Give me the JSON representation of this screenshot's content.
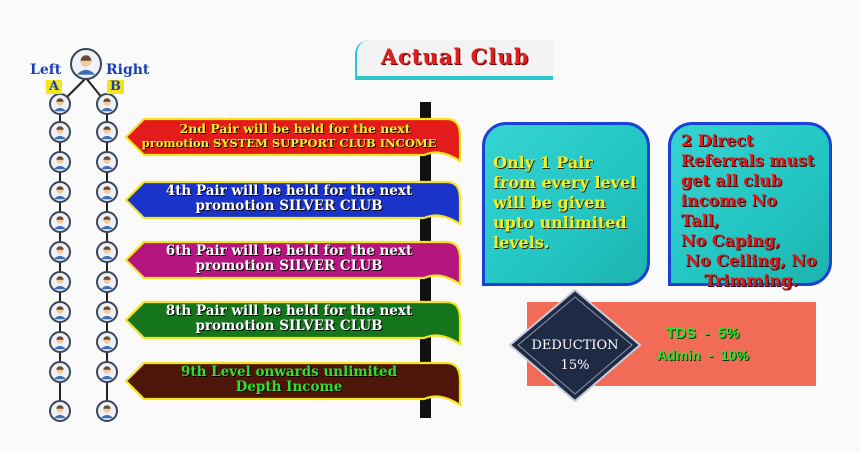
{
  "title": "Actual Club",
  "tree": {
    "left_label": "Left",
    "right_label": "Right",
    "left_letter": "A",
    "right_letter": "B"
  },
  "banners": [
    {
      "line1": "2nd Pair will be held for the next",
      "line2": "promotion SYSTEM SUPPORT CLUB INCOME",
      "color": "#e31b1b",
      "text_color": "#ffef2a"
    },
    {
      "line1": "4th Pair will be held for the next",
      "line2": "promotion  SILVER CLUB",
      "color": "#1a33c9",
      "text_color": "#ffffff"
    },
    {
      "line1": "6th Pair will be held for the next",
      "line2": "promotion  SILVER CLUB",
      "color": "#b5157f",
      "text_color": "#ffffff"
    },
    {
      "line1": "8th Pair will be held for the next",
      "line2": "promotion  SILVER CLUB",
      "color": "#14751c",
      "text_color": "#ffffff"
    },
    {
      "line1": "9th Level onwards unlimited",
      "line2": "Depth Income",
      "color": "#4e1608",
      "text_color": "#2fe02f"
    }
  ],
  "bubble_left": {
    "lines": [
      "Only 1 Pair",
      "from every level",
      "will be given",
      "upto unlimited",
      "levels."
    ],
    "text_color": "#f8ef20"
  },
  "bubble_right": {
    "lines": [
      "2 Direct",
      "Referrals must",
      "get all club",
      "income No Tall,",
      "No Caping,",
      "No Ceiling, No",
      "Trimming."
    ],
    "text_color": "#e0181a"
  },
  "deduction": {
    "label": "DEDUCTION",
    "percent": "15%",
    "rows": [
      {
        "name": "TDS",
        "sep": "-",
        "value": "5%"
      },
      {
        "name": "Admin",
        "sep": "-",
        "value": "10%"
      }
    ]
  },
  "colors": {
    "accent_cyan": "#2fc7cf",
    "bubble_border": "#1a40d8",
    "panel": "#f26b57",
    "diamond": "#1f2a44",
    "pole": "#111111"
  }
}
